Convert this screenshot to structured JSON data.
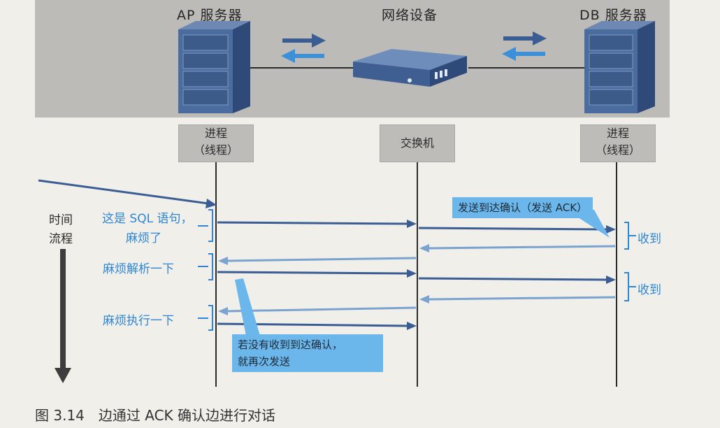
{
  "header": {
    "ap_server": "AP 服务器",
    "network_device": "网络设备",
    "db_server": "DB 服务器"
  },
  "lanes": {
    "ap_process_line1": "进程",
    "ap_process_line2": "（线程）",
    "switch": "交换机",
    "db_process_line1": "进程",
    "db_process_line2": "（线程）"
  },
  "time_flow": {
    "line1": "时间",
    "line2": "流程"
  },
  "annotations": {
    "sql_line1": "这是 SQL 语句，",
    "sql_line2": "麻烦了",
    "parse": "麻烦解析一下",
    "execute": "麻烦执行一下",
    "received_1": "收到",
    "received_2": "收到"
  },
  "callouts": {
    "ack": "发送到达确认（发送 ACK）",
    "resend_line1": "若没有收到到达确认，",
    "resend_line2": "就再次发送"
  },
  "caption": {
    "figure": "图 3.14",
    "text": "边通过 ACK 确认边进行对话"
  },
  "colors": {
    "dark_arrow": "#3a5d94",
    "light_arrow": "#7aa3d0",
    "annotation_blue": "#2f86d4",
    "callout_fill": "#6bb6ea"
  }
}
